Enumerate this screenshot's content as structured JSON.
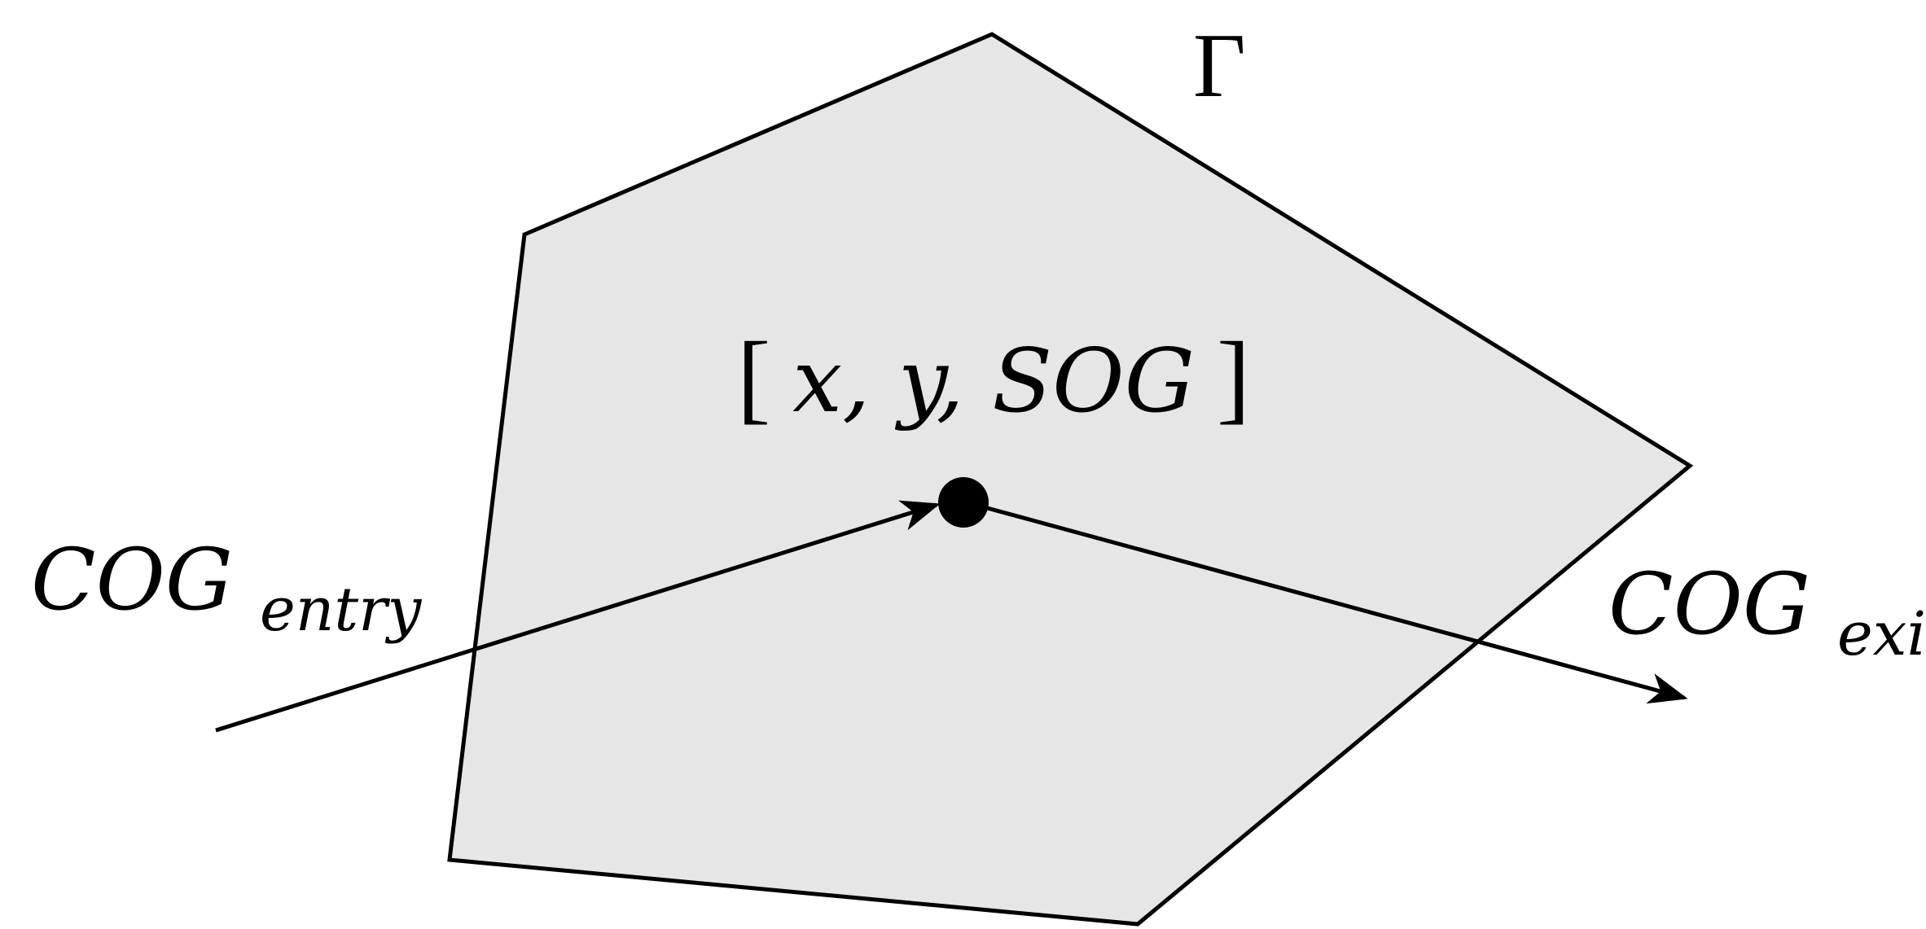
{
  "diagram": {
    "region_label": "Γ",
    "state_label": {
      "open": "[",
      "vars": "x, y, SOG",
      "close": "]"
    },
    "entry_label": {
      "base": "COG",
      "sub": "entry"
    },
    "exit_label": {
      "base": "COG",
      "sub": "exit"
    },
    "colors": {
      "region_fill": "#e6e6e6",
      "stroke": "#000000",
      "point": "#000000"
    }
  }
}
